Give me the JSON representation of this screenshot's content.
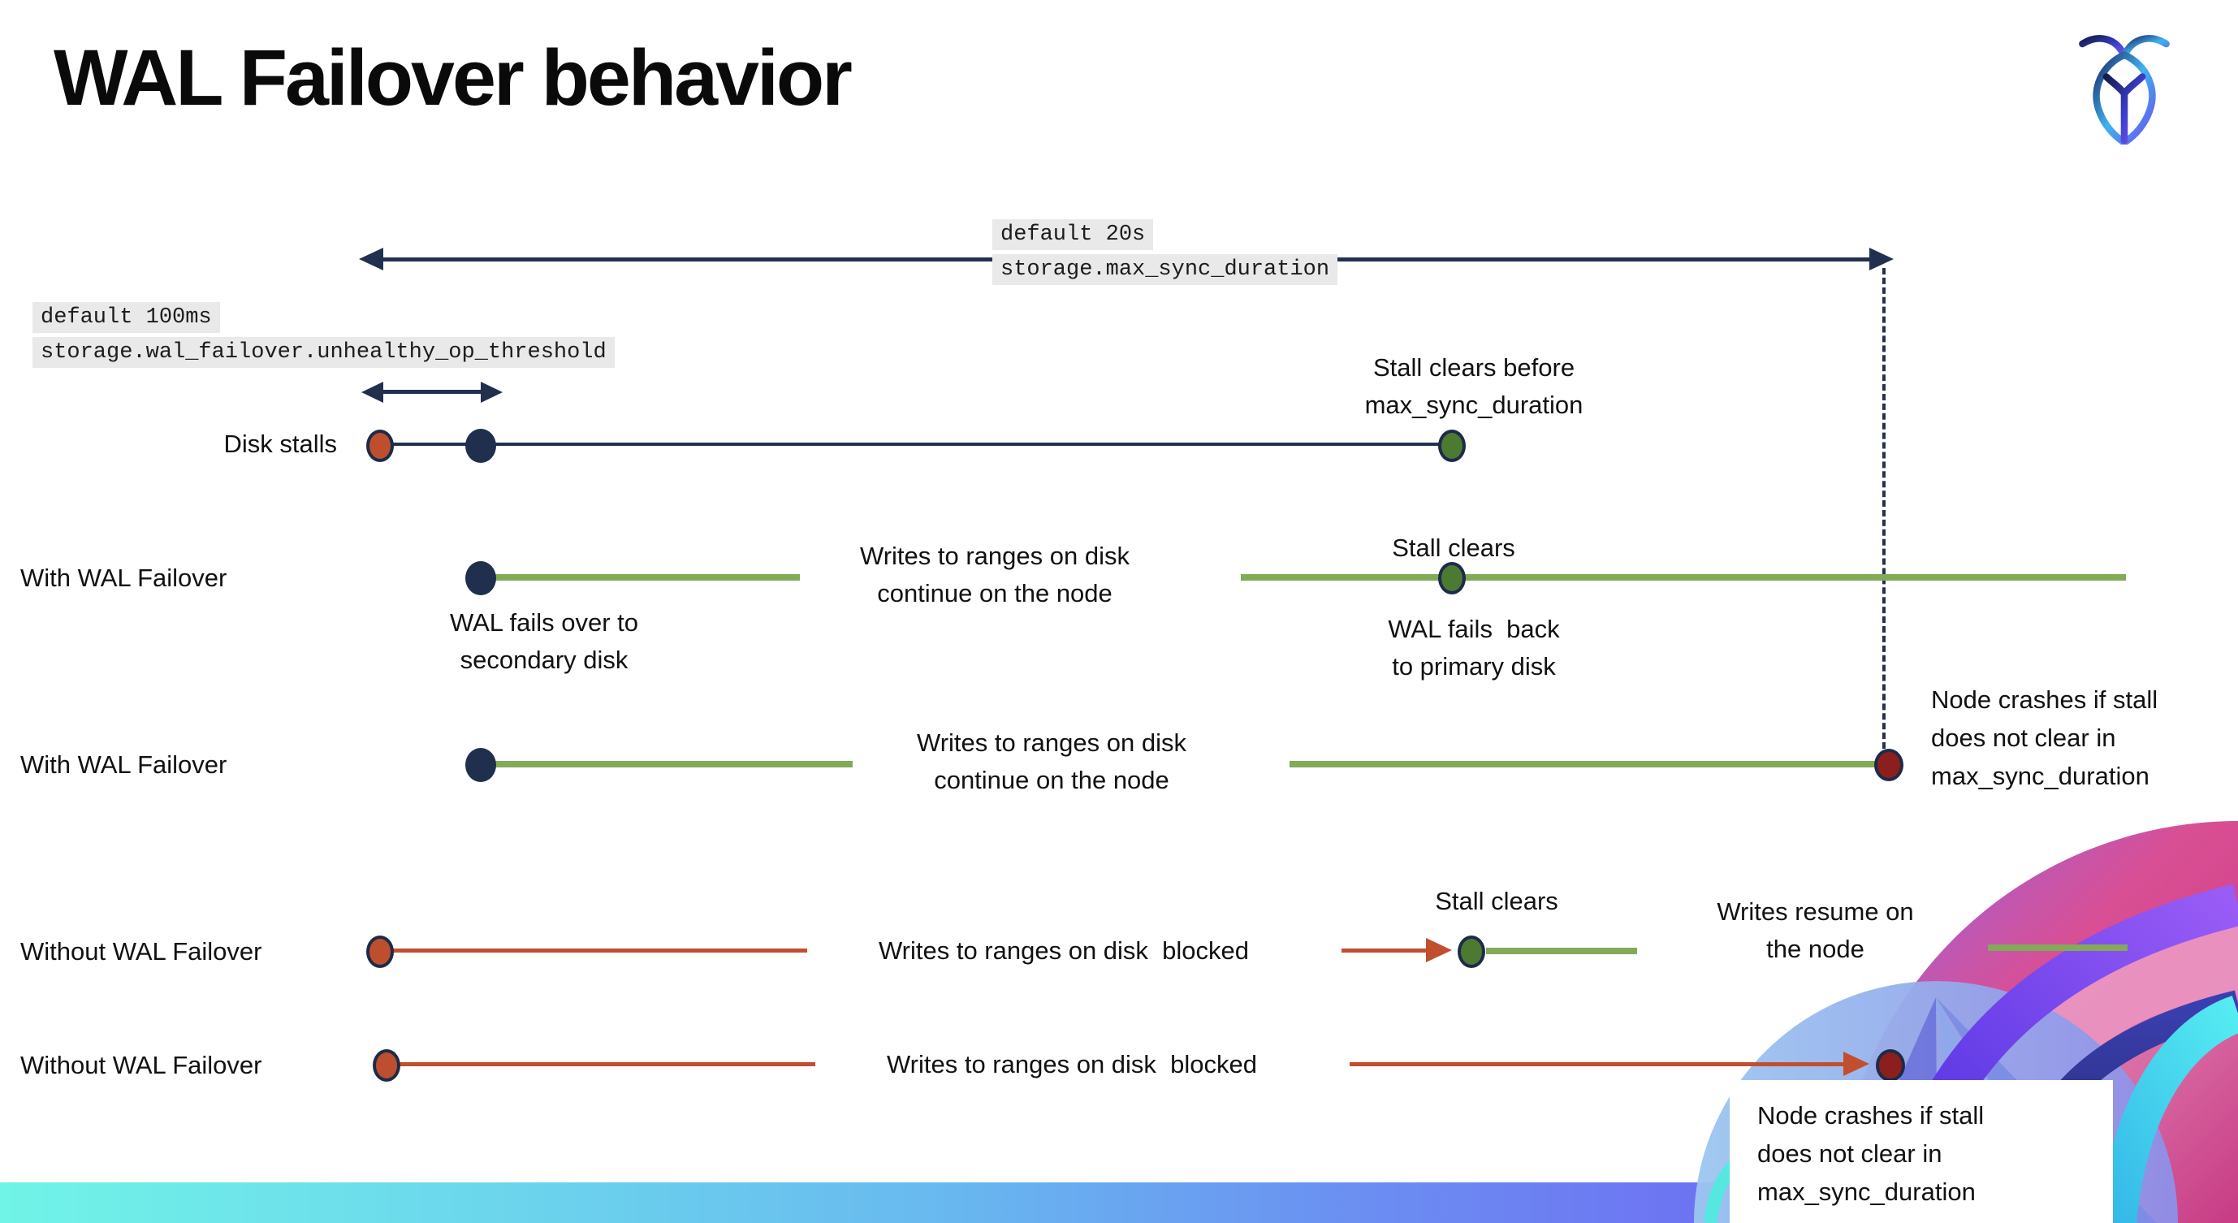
{
  "slide": {
    "title": "WAL Failover behavior"
  },
  "icons": {
    "logo": "cockroachdb-logo"
  },
  "config_annotations": {
    "max_sync": {
      "default": "default 20s",
      "setting": "storage.max_sync_duration"
    },
    "unhealthy_op": {
      "default": "default 100ms",
      "setting": "storage.wal_failover.unhealthy_op_threshold"
    }
  },
  "rows": {
    "disk_stalls": {
      "label": "Disk stalls",
      "stall_clears_note": "Stall clears before\nmax_sync_duration"
    },
    "with_failover_1": {
      "label": "With WAL Failover",
      "failover_note": "WAL fails over to\nsecondary disk",
      "writes_note": "Writes to ranges on disk\ncontinue on the node",
      "stall_clears": "Stall clears",
      "failback_note": "WAL fails  back\nto primary disk"
    },
    "with_failover_2": {
      "label": "With WAL Failover",
      "writes_note": "Writes to ranges on disk\ncontinue on the node",
      "crash_note": "Node crashes if stall\ndoes not clear in\nmax_sync_duration"
    },
    "without_failover_1": {
      "label": "Without WAL Failover",
      "blocked_note": "Writes to ranges on disk  blocked",
      "stall_clears": "Stall clears",
      "resume_note": "Writes resume on\nthe node"
    },
    "without_failover_2": {
      "label": "Without WAL Failover",
      "blocked_note": "Writes to ranges on disk  blocked",
      "crash_note": "Node crashes if stall\ndoes not clear in\nmax_sync_duration"
    }
  },
  "colors": {
    "navy": "#22304f",
    "green_line": "#82aa58",
    "green_dot": "#4d7a33",
    "red_line": "#c14f2e",
    "red_dot": "#bd4f2e",
    "dark_red_dot": "#8c1f1d",
    "code_background": "#e9e9e9",
    "text": "#111111",
    "bar_gradient": [
      "#70f4e7",
      "#68b9ef",
      "#6b8cf2",
      "#8a5cf4"
    ]
  }
}
